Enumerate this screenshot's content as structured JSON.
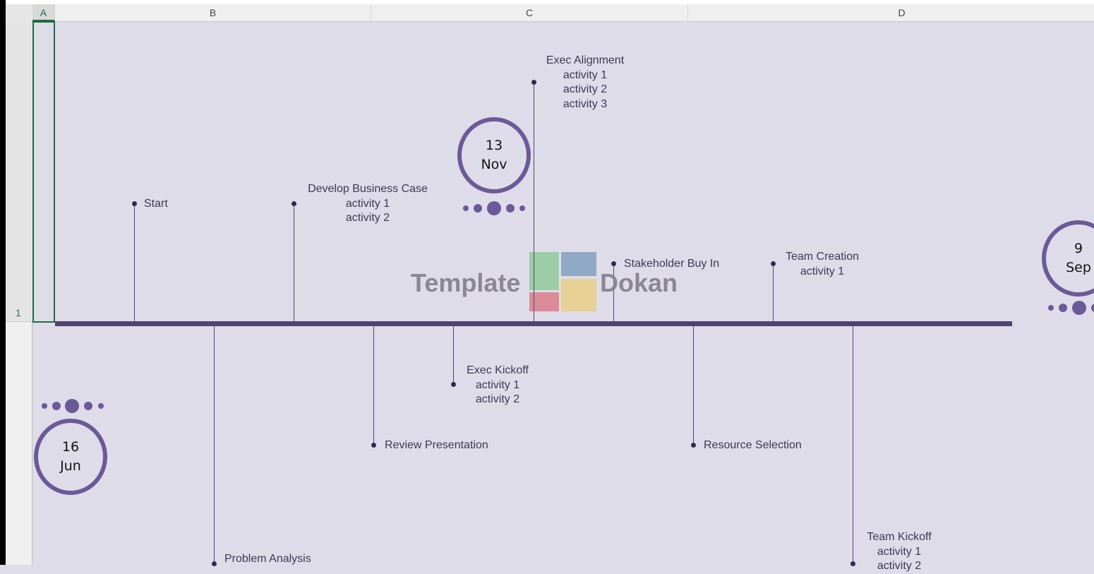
{
  "sheet": {
    "columns": [
      "A",
      "B",
      "C",
      "D"
    ],
    "row": "1"
  },
  "watermark": {
    "left": "Template",
    "right": "Dokan"
  },
  "dates": [
    {
      "day": "13",
      "month": "Nov"
    },
    {
      "day": "16",
      "month": "Jun"
    },
    {
      "day": "9",
      "month": "Sep"
    }
  ],
  "milestones_above": [
    {
      "title": "Start",
      "activities": []
    },
    {
      "title": "Develop Business Case",
      "activities": [
        "activity 1",
        "activity 2"
      ]
    },
    {
      "title": "Exec Alignment",
      "activities": [
        "activity 1",
        "activity 2",
        "activity 3"
      ]
    },
    {
      "title": "Stakeholder Buy In",
      "activities": []
    },
    {
      "title": "Team Creation",
      "activities": [
        "activity 1"
      ]
    }
  ],
  "milestones_below": [
    {
      "title": "Problem Analysis",
      "activities": []
    },
    {
      "title": "Review Presentation",
      "activities": []
    },
    {
      "title": "Exec Kickoff",
      "activities": [
        "activity 1",
        "activity 2"
      ]
    },
    {
      "title": "Resource Selection",
      "activities": []
    },
    {
      "title": "Team Kickoff",
      "activities": [
        "activity 1",
        "activity 2"
      ]
    }
  ],
  "colors": {
    "axis": "#4e4470",
    "circle": "#6a5a98",
    "background": "#dfdce9"
  }
}
